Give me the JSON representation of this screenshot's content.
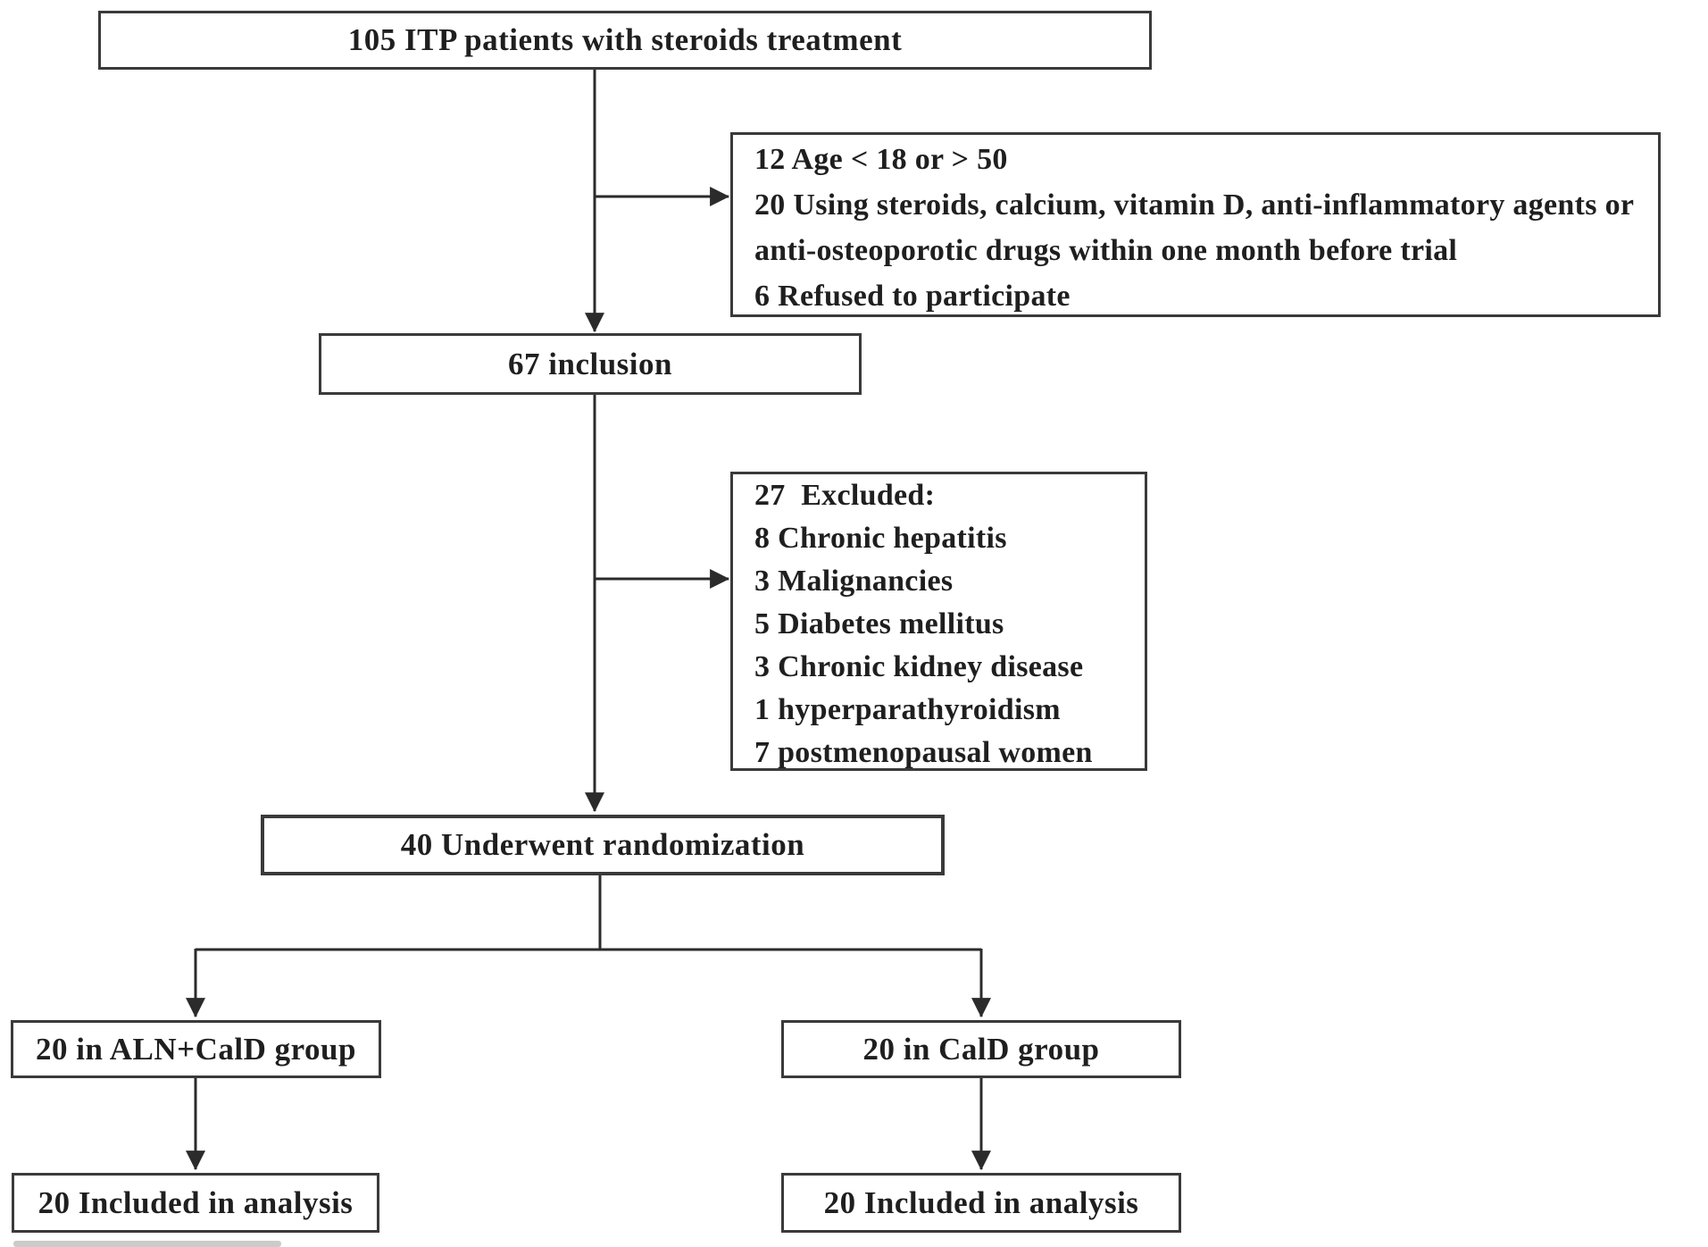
{
  "colors": {
    "ink": "#1f1f1f",
    "line": "#2b2b2b",
    "background": "#ffffff"
  },
  "flow": {
    "patients_box": "105 ITP patients with steroids treatment",
    "exclusion_box_1": {
      "lines": [
        "12 Age < 18 or > 50",
        "20 Using steroids, calcium, vitamin D, anti-inflammatory agents or",
        "anti-osteoporotic drugs within one month before trial",
        "6 Refused to participate"
      ]
    },
    "inclusion_box": "67 inclusion",
    "exclusion_box_2": {
      "lines": [
        "27  Excluded:",
        "8 Chronic hepatitis",
        "3 Malignancies",
        "5 Diabetes mellitus",
        "3 Chronic kidney disease",
        "1 hyperparathyroidism",
        "7 postmenopausal women"
      ]
    },
    "randomization_box": "40 Underwent randomization",
    "aln_cald_group_box": "20 in ALN+CalD group",
    "cald_group_box": "20 in CalD group",
    "aln_cald_analysis_box": "20 Included in analysis",
    "cald_analysis_box": "20 Included in analysis"
  }
}
